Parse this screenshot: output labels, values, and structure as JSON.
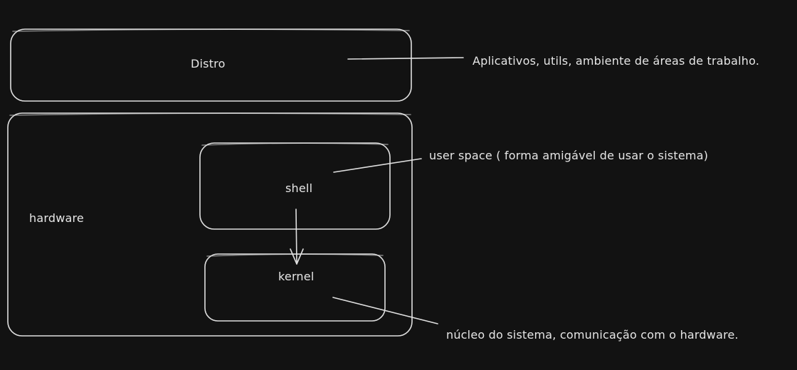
{
  "diagram": {
    "boxes": {
      "distro": "Distro",
      "hardware": "hardware",
      "shell": "shell",
      "kernel": "kernel"
    },
    "annotations": {
      "distro_note": "Aplicativos, utils, ambiente de áreas de trabalho.",
      "user_space_note": "user space ( forma amigável de usar o sistema)",
      "kernel_note": "núcleo do sistema, comunicação com o hardware."
    },
    "colors": {
      "background": "#121212",
      "stroke": "#e0e0e0",
      "text": "#e6e6e6"
    }
  }
}
